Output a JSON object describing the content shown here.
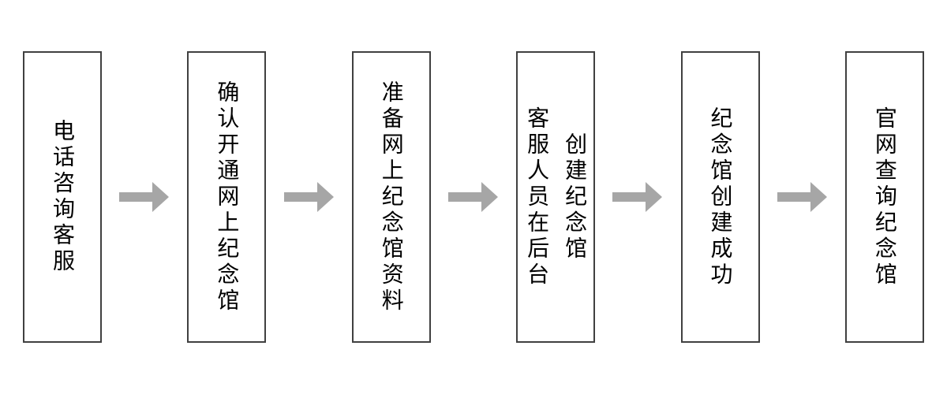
{
  "flowchart": {
    "background_color": "#ffffff",
    "box_border_color": "#404040",
    "text_color": "#000000",
    "arrow_color": "#a6a6a6",
    "direction": "left-to-right",
    "steps": [
      {
        "label": "电话咨询客服"
      },
      {
        "label": "确认开通网上纪念馆"
      },
      {
        "label": "准备网上纪念馆资料"
      },
      {
        "label": "客服人员在后台\n创建纪念馆"
      },
      {
        "label": "纪念馆创建成功"
      },
      {
        "label": "官网查询纪念馆"
      }
    ],
    "connector": "right-arrow"
  }
}
